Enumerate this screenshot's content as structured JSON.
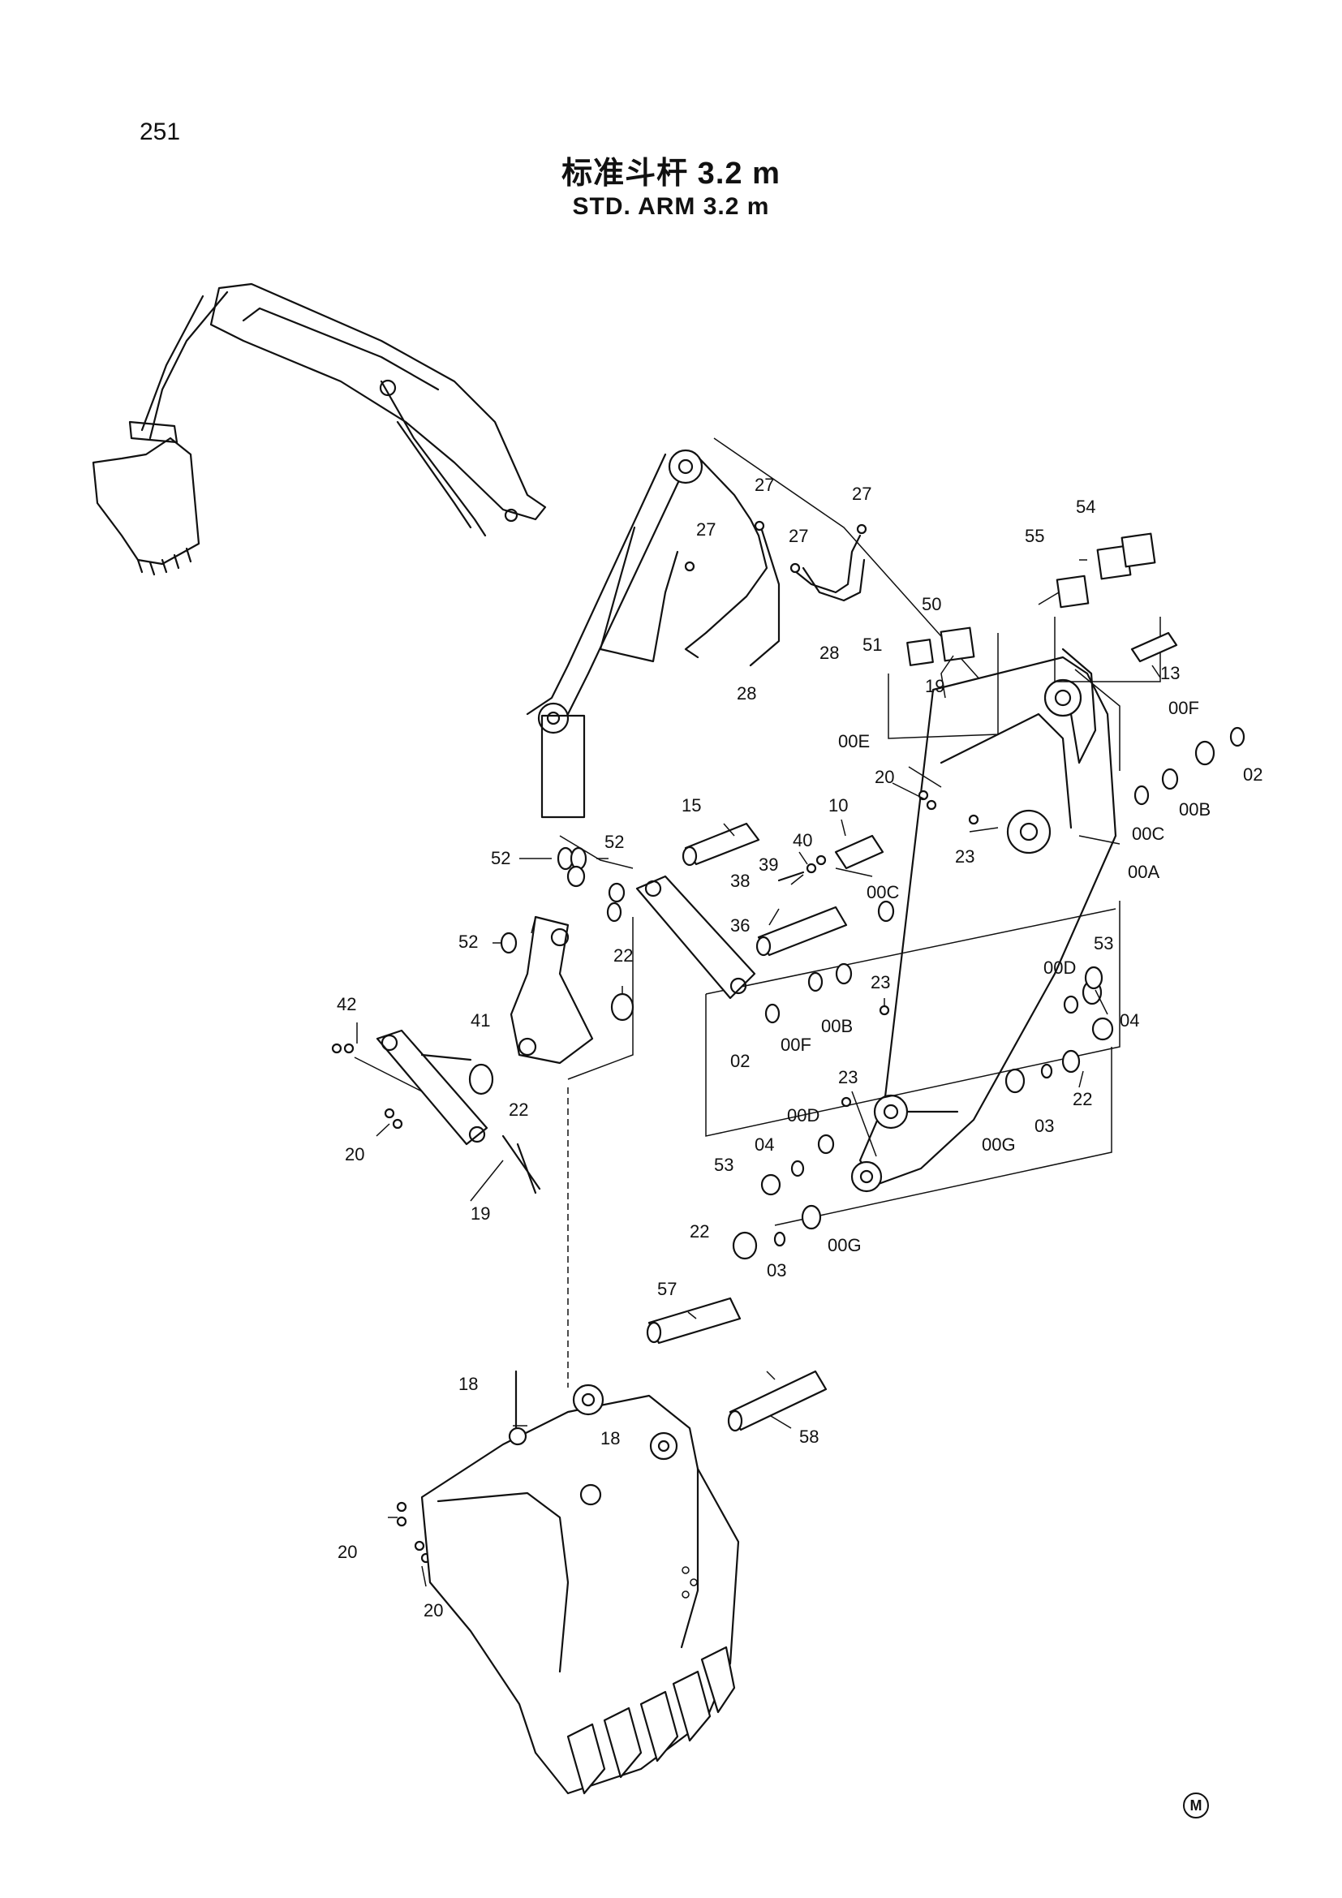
{
  "page_number": "251",
  "title_cn": "标准斗杆 3.2 m",
  "title_en": "STD. ARM 3.2 m",
  "maker_mark": "M",
  "labels": [
    {
      "id": "p27a",
      "text": "27"
    },
    {
      "id": "p27b",
      "text": "27"
    },
    {
      "id": "p27c",
      "text": "27"
    },
    {
      "id": "p27d",
      "text": "27"
    },
    {
      "id": "p28a",
      "text": "28"
    },
    {
      "id": "p28b",
      "text": "28"
    },
    {
      "id": "p54",
      "text": "54"
    },
    {
      "id": "p55",
      "text": "55"
    },
    {
      "id": "p50",
      "text": "50"
    },
    {
      "id": "p51",
      "text": "51"
    },
    {
      "id": "p19a",
      "text": "19"
    },
    {
      "id": "p13",
      "text": "13"
    },
    {
      "id": "p00F",
      "text": "00F"
    },
    {
      "id": "p02a",
      "text": "02"
    },
    {
      "id": "p00E",
      "text": "00E"
    },
    {
      "id": "p20a",
      "text": "20"
    },
    {
      "id": "p10",
      "text": "10"
    },
    {
      "id": "p15",
      "text": "15"
    },
    {
      "id": "p00Ca",
      "text": "00C"
    },
    {
      "id": "p00Ba",
      "text": "00B"
    },
    {
      "id": "p40",
      "text": "40"
    },
    {
      "id": "p39",
      "text": "39"
    },
    {
      "id": "p38",
      "text": "38"
    },
    {
      "id": "p23a",
      "text": "23"
    },
    {
      "id": "p00A",
      "text": "00A"
    },
    {
      "id": "p52a",
      "text": "52"
    },
    {
      "id": "p52b",
      "text": "52"
    },
    {
      "id": "p36",
      "text": "36"
    },
    {
      "id": "p00Cb",
      "text": "00C"
    },
    {
      "id": "p52c",
      "text": "52"
    },
    {
      "id": "p22a",
      "text": "22"
    },
    {
      "id": "p53a",
      "text": "53"
    },
    {
      "id": "p23b",
      "text": "23"
    },
    {
      "id": "p00Da",
      "text": "00D"
    },
    {
      "id": "p04a",
      "text": "04"
    },
    {
      "id": "p42",
      "text": "42"
    },
    {
      "id": "p41",
      "text": "41"
    },
    {
      "id": "p02b",
      "text": "02"
    },
    {
      "id": "p00Fb",
      "text": "00F"
    },
    {
      "id": "p00Bb",
      "text": "00B"
    },
    {
      "id": "p22b",
      "text": "22"
    },
    {
      "id": "p22c",
      "text": "22"
    },
    {
      "id": "p00G",
      "text": "00G"
    },
    {
      "id": "p03a",
      "text": "03"
    },
    {
      "id": "p23c",
      "text": "23"
    },
    {
      "id": "p00Db",
      "text": "00D"
    },
    {
      "id": "p20b",
      "text": "20"
    },
    {
      "id": "p04b",
      "text": "04"
    },
    {
      "id": "p53b",
      "text": "53"
    },
    {
      "id": "p19b",
      "text": "19"
    },
    {
      "id": "p22d",
      "text": "22"
    },
    {
      "id": "p03b",
      "text": "03"
    },
    {
      "id": "p00Gb",
      "text": "00G"
    },
    {
      "id": "p57",
      "text": "57"
    },
    {
      "id": "p18a",
      "text": "18"
    },
    {
      "id": "p18b",
      "text": "18"
    },
    {
      "id": "p58",
      "text": "58"
    },
    {
      "id": "p20c",
      "text": "20"
    },
    {
      "id": "p20d",
      "text": "20"
    }
  ]
}
